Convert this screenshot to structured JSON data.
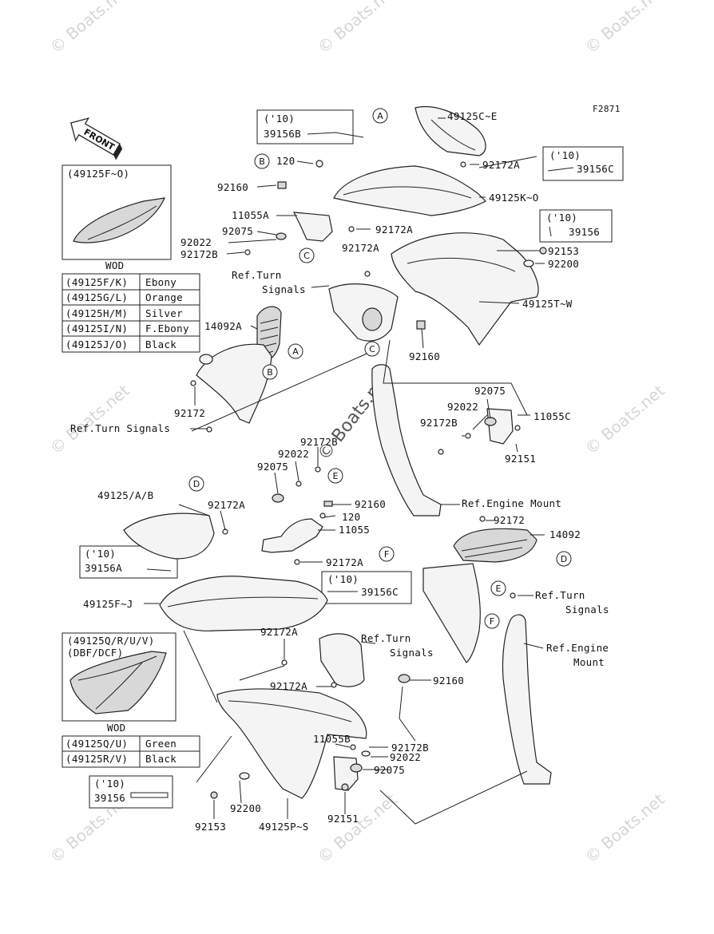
{
  "figure_code": "F2871",
  "front_label": "FRONT",
  "watermarks": {
    "small": "© Boats.net",
    "center": "© Boats.net"
  },
  "legends": {
    "top": {
      "model_header": "(49125F~O)",
      "wod": "WOD",
      "rows": [
        {
          "part": "(49125F/K)",
          "color": "Ebony"
        },
        {
          "part": "(49125G/L)",
          "color": "Orange"
        },
        {
          "part": "(49125H/M)",
          "color": "Silver"
        },
        {
          "part": "(49125I/N)",
          "color": "F.Ebony"
        },
        {
          "part": "(49125J/O)",
          "color": "Black"
        }
      ]
    },
    "bottom": {
      "model_header_1": "(49125Q/R/U/V)",
      "model_header_2": "(DBF/DCF)",
      "wod": "WOD",
      "rows": [
        {
          "part": "(49125Q/U)",
          "color": "Green"
        },
        {
          "part": "(49125R/V)",
          "color": "Black"
        }
      ]
    }
  },
  "year_boxes": {
    "b39156B": {
      "year": "('10)",
      "part": "39156B"
    },
    "b39156C_top": {
      "year": "('10)",
      "part": "39156C"
    },
    "b39156_top": {
      "year": "('10)",
      "part": "39156"
    },
    "b39156A": {
      "year": "('10)",
      "part": "39156A"
    },
    "b39156C_mid": {
      "year": "('10)",
      "part": "39156C"
    },
    "b39156_bot": {
      "year": "('10)",
      "part": "39156"
    }
  },
  "labels": {
    "p49125C_E": "49125C~E",
    "p92172A_1": "92172A",
    "p49125K_O": "49125K~O",
    "p120_top": "120",
    "p92160_1": "92160",
    "p11055A": "11055A",
    "p92075_1": "92075",
    "p92022_1": "92022",
    "p92172B_1": "92172B",
    "p92172A_2": "92172A",
    "p92172A_3": "92172A",
    "p92153_top": "92153",
    "p92200_top": "92200",
    "ref_turn_1a": "Ref.Turn",
    "ref_turn_1b": "Signals",
    "p49125T_W": "49125T~W",
    "p14092A": "14092A",
    "p92160_2": "92160",
    "p92075_2": "92075",
    "p92022_2": "92022",
    "p11055C": "11055C",
    "p92172B_2": "92172B",
    "p92151_1": "92151",
    "p92172": "92172",
    "ref_turn_2": "Ref.Turn Signals",
    "p92172B_3": "92172B",
    "p92022_3": "92022",
    "p92075_3": "92075",
    "p92160_3": "92160",
    "p120_mid": "120",
    "p11055": "11055",
    "ref_engine_1": "Ref.Engine Mount",
    "p49125_A_B": "49125/A/B",
    "p92172A_4": "92172A",
    "p92172_mid": "92172",
    "p14092": "14092",
    "p92172A_5": "92172A",
    "p49125F_J": "49125F~J",
    "ref_turn_3a": "Ref.Turn",
    "ref_turn_3b": "Signals",
    "ref_turn_4a": "Ref.Turn",
    "ref_turn_4b": "Signals",
    "p92172A_6": "92172A",
    "ref_engine_2a": "Ref.Engine",
    "ref_engine_2b": "Mount",
    "p92172A_7": "92172A",
    "p92160_4": "92160",
    "p11055B": "11055B",
    "p92172B_4": "92172B",
    "p92022_4": "92022",
    "p92075_4": "92075",
    "p92200_bot": "92200",
    "p92153_bot": "92153",
    "p49125P_S": "49125P~S",
    "p92151_2": "92151"
  },
  "callouts": {
    "A1": "A",
    "A2": "A",
    "B1": "B",
    "B2": "B",
    "C1": "C",
    "C2": "C",
    "D1": "D",
    "D2": "D",
    "E1": "E",
    "E2": "E",
    "F1": "F",
    "F2": "F"
  }
}
